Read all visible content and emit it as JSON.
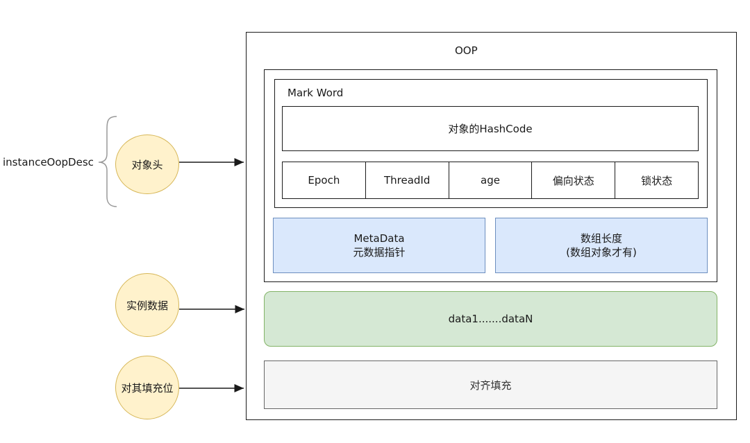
{
  "left_label": "instanceOopDesc",
  "circles": {
    "header": "对象头",
    "instance_data": "实例数据",
    "padding": "对其填充位"
  },
  "oop": {
    "title": "OOP",
    "mark_word": {
      "title": "Mark Word",
      "hashcode": "对象的HashCode",
      "fields": [
        "Epoch",
        "ThreadId",
        "age",
        "偏向状态",
        "锁状态"
      ]
    },
    "metadata": {
      "line1": "MetaData",
      "line2": "元数据指针"
    },
    "array_length": {
      "line1": "数组长度",
      "line2": "(数组对象才有)"
    },
    "data": "data1.......dataN",
    "alignment": "对齐填充"
  }
}
